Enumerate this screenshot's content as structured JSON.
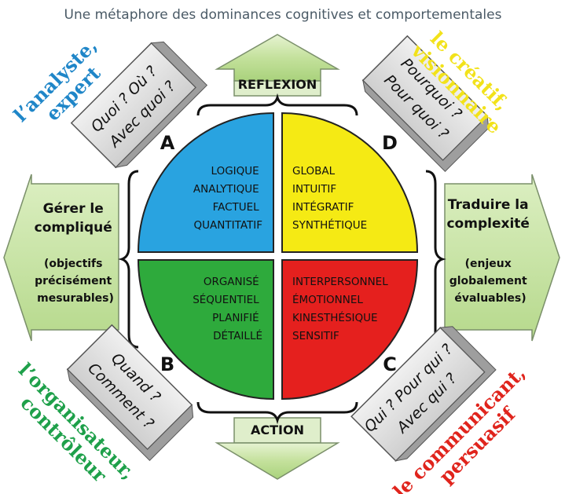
{
  "title": "Une métaphore des dominances cognitives et comportementales",
  "arrows": {
    "top": "REFLEXION",
    "bottom": "ACTION"
  },
  "left_box": {
    "heading": [
      "Gérer le",
      "compliqué"
    ],
    "detail": [
      "(objectifs",
      "précisément",
      "mesurables)"
    ]
  },
  "right_box": {
    "heading": [
      "Traduire la",
      "complexité"
    ],
    "detail": [
      "(enjeux",
      "globalement",
      "évaluables)"
    ]
  },
  "quadrants": {
    "A": {
      "letter": "A",
      "lines": [
        "LOGIQUE",
        "ANALYTIQUE",
        "FACTUEL",
        "QUANTITATIF"
      ],
      "color": "#29a3e0"
    },
    "D": {
      "letter": "D",
      "lines": [
        "GLOBAL",
        "INTUITIF",
        "INTÉGRATIF",
        "SYNTHÉTIQUE"
      ],
      "color": "#f5ea14"
    },
    "B": {
      "letter": "B",
      "lines": [
        "ORGANISÉ",
        "SÉQUENTIEL",
        "PLANIFIÉ",
        "DÉTAILLÉ"
      ],
      "color": "#2eaa3c"
    },
    "C": {
      "letter": "C",
      "lines": [
        "INTERPERSONNEL",
        "ÉMOTIONNEL",
        "KINESTHÉSIQUE",
        "SENSITIF"
      ],
      "color": "#e5201e"
    }
  },
  "questions": {
    "top_left": [
      "Quoi ? Où ?",
      "Avec quoi ?"
    ],
    "top_right": [
      "Pourquoi ?",
      "Pour quoi ?"
    ],
    "bottom_left": [
      "Quand ?",
      "Comment ?"
    ],
    "bottom_right": [
      "Qui ? Pour qui ?",
      "Avec qui ?"
    ]
  },
  "roles": {
    "top_left": {
      "lines": [
        "l’analyste,",
        "expert"
      ],
      "color": "#1f86c8"
    },
    "top_right": {
      "lines": [
        "le créatif,",
        "visionnaire"
      ],
      "color": "#f2e21a"
    },
    "bottom_left": {
      "lines": [
        "l’organisateur,",
        "contrôleur"
      ],
      "color": "#1ea04a"
    },
    "bottom_right": {
      "lines": [
        "le communicant,",
        "persuasif"
      ],
      "color": "#e0241c"
    }
  },
  "colors": {
    "arrow_fill": "#c8e3a2",
    "box_fill": "#e4e4e4"
  }
}
